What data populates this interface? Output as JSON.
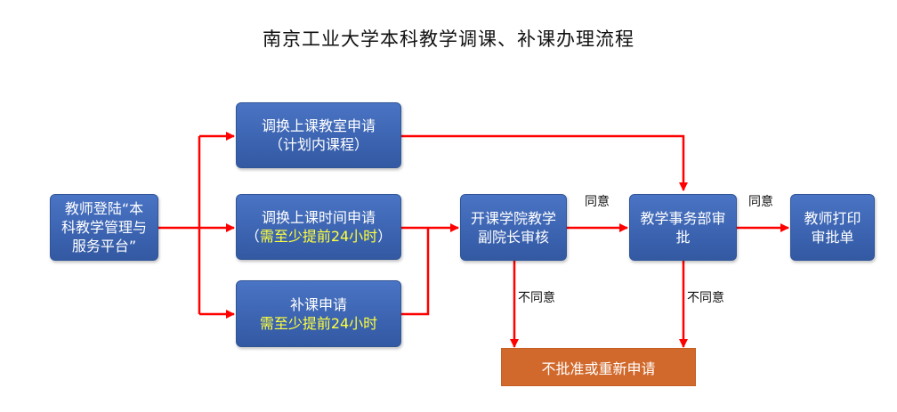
{
  "title": "南京工业大学本科教学调课、补课办理流程",
  "nodes": {
    "start": {
      "lines": [
        "教师登陆“本",
        "科教学管理与",
        "服务平台”"
      ]
    },
    "room_change": {
      "line1": "调换上课教室申请",
      "line2": "（计划内课程）"
    },
    "time_change": {
      "line1": "调换上课时间申请",
      "line2_prefix": "（",
      "line2_highlight": "需至少提前24小时",
      "line2_suffix": "）"
    },
    "makeup": {
      "line1": "补课申请",
      "line2_highlight": "需至少提前24小时"
    },
    "dean_review": {
      "lines": [
        "开课学院教学",
        "副院长审核"
      ]
    },
    "affairs_approval": {
      "lines": [
        "教学事务部审",
        "批"
      ]
    },
    "print": {
      "lines": [
        "教师打印",
        "审批单"
      ]
    },
    "reject": {
      "label": "不批准或重新申请"
    }
  },
  "edge_labels": {
    "agree_1": "同意",
    "agree_2": "同意",
    "disagree_1": "不同意",
    "disagree_2": "不同意"
  },
  "colors": {
    "node_blue": "#3b63b0",
    "node_orange": "#d2692c",
    "arrow_red": "#ff0000",
    "highlight_yellow": "#ffff3c"
  }
}
